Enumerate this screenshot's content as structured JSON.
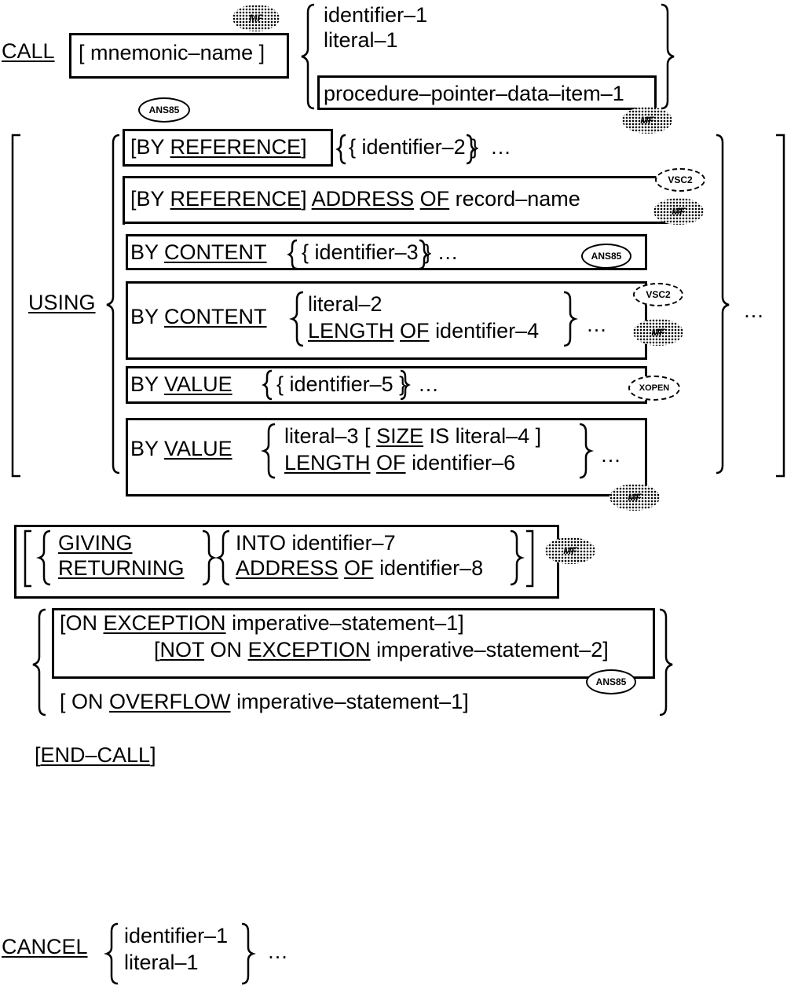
{
  "call": {
    "keyword": "CALL",
    "mnemonic": "[ mnemonic–name ]",
    "id1": "identifier–1",
    "lit1": "literal–1",
    "ppdi": "procedure–pointer–data–item–1"
  },
  "badges": {
    "mf": "MF",
    "ans85": "ANS85",
    "vsc2": "VSC2",
    "xopen": "XOPEN"
  },
  "using": {
    "keyword": "USING",
    "ellipsis": "…",
    "byref1": {
      "by": "[BY",
      "ref": "REFERENCE",
      "close": "]",
      "id": "{ identifier–2 }",
      "dots": "…"
    },
    "byref2": {
      "by": "[BY",
      "ref": "REFERENCE",
      "close": "]",
      "address": "ADDRESS",
      "of": "OF",
      "rest": "record–name"
    },
    "bycont1": {
      "by": "BY",
      "content": "CONTENT",
      "id": "{ identifier–3 } …"
    },
    "bycont2": {
      "by": "BY",
      "content": "CONTENT",
      "lit": "literal–2",
      "length": "LENGTH",
      "of": "OF",
      "id": "identifier–4",
      "dots": "…"
    },
    "byval1": {
      "by": "BY",
      "value": "VALUE",
      "id": "{ identifier–5 }",
      "dots": "…"
    },
    "byval2": {
      "by": "BY",
      "value": "VALUE",
      "lit3": "literal–3 [",
      "size": "SIZE",
      "islit": "IS literal–4 ]",
      "length": "LENGTH",
      "of": "OF",
      "id": "identifier–6",
      "dots": "…"
    }
  },
  "giving": {
    "open": "[",
    "giving": "GIVING",
    "returning": "RETURNING",
    "into": "INTO identifier–7",
    "address": "ADDRESS",
    "of": "OF",
    "id8": "identifier–8",
    "close": "]"
  },
  "exception": {
    "on": "[ON",
    "exc": "EXCEPTION",
    "stmt1": "imperative–statement–1]",
    "open2": "[",
    "not": "NOT",
    "on2": "ON",
    "exc2": "EXCEPTION",
    "stmt2": "imperative–statement–2]",
    "ovf_on": "[ ON",
    "overflow": "OVERFLOW",
    "ovf_stmt": "imperative–statement–1]"
  },
  "endcall": {
    "open": "[",
    "kw": "END–CALL",
    "close": "]"
  },
  "cancel": {
    "keyword": "CANCEL",
    "id1": "identifier–1",
    "lit1": "literal–1",
    "dots": "…"
  }
}
